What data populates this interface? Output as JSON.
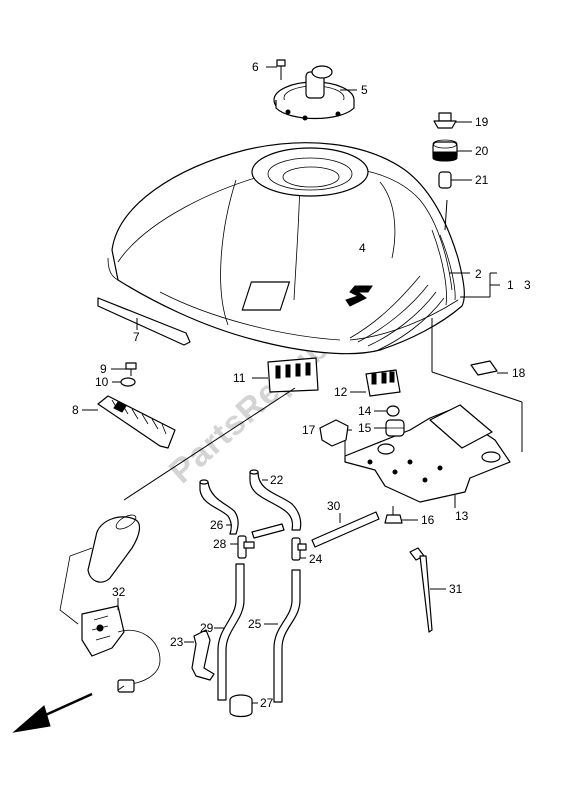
{
  "watermark": "PartsRepublik",
  "labels": {
    "p1": "1",
    "p2": "2",
    "p3": "3",
    "p4": "4",
    "p5": "5",
    "p6": "6",
    "p7": "7",
    "p8": "8",
    "p9": "9",
    "p10": "10",
    "p11": "11",
    "p12": "12",
    "p13": "13",
    "p14": "14",
    "p15": "15",
    "p16": "16",
    "p17": "17",
    "p18": "18",
    "p19": "19",
    "p20": "20",
    "p21": "21",
    "p22": "22",
    "p23": "23",
    "p24": "24",
    "p25": "25",
    "p26": "26",
    "p27": "27",
    "p28": "28",
    "p29": "29",
    "p30": "30",
    "p31": "31",
    "p32": "32"
  },
  "colors": {
    "line": "#000000",
    "watermark": "#d4d4d4",
    "background": "#ffffff"
  },
  "icons": {
    "direction": "front-arrow-icon"
  }
}
